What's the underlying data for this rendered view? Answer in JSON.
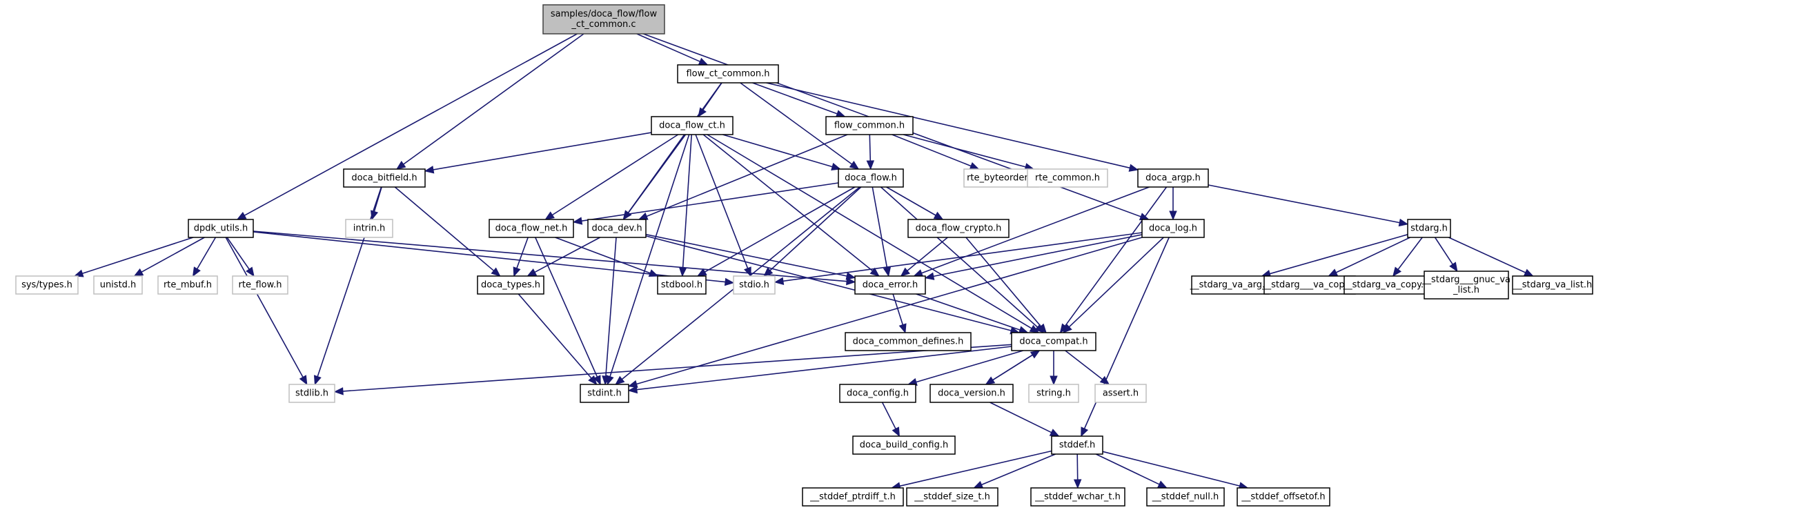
{
  "title": "samples/doca_flow/flow_ct_common.c include dependency graph",
  "colors": {
    "edge": "#191970",
    "root_fill": "#bfbfbf",
    "node_border": "#000000",
    "external_border": "#bfbfbf"
  },
  "nodes": [
    {
      "id": "root",
      "label": "samples/doca_flow/flow\n_ct_common.c",
      "kind": "root"
    },
    {
      "id": "flow_ct_common_h",
      "label": "flow_ct_common.h",
      "kind": "local"
    },
    {
      "id": "doca_flow_ct_h",
      "label": "doca_flow_ct.h",
      "kind": "local"
    },
    {
      "id": "flow_common_h",
      "label": "flow_common.h",
      "kind": "local"
    },
    {
      "id": "doca_bitfield_h",
      "label": "doca_bitfield.h",
      "kind": "local"
    },
    {
      "id": "doca_flow_h",
      "label": "doca_flow.h",
      "kind": "local"
    },
    {
      "id": "rte_byteorder_h",
      "label": "rte_byteorder.h",
      "kind": "external"
    },
    {
      "id": "rte_common_h",
      "label": "rte_common.h",
      "kind": "external"
    },
    {
      "id": "doca_argp_h",
      "label": "doca_argp.h",
      "kind": "local"
    },
    {
      "id": "dpdk_utils_h",
      "label": "dpdk_utils.h",
      "kind": "local"
    },
    {
      "id": "intrin_h",
      "label": "intrin.h",
      "kind": "external"
    },
    {
      "id": "doca_flow_net_h",
      "label": "doca_flow_net.h",
      "kind": "local"
    },
    {
      "id": "doca_dev_h",
      "label": "doca_dev.h",
      "kind": "local"
    },
    {
      "id": "doca_flow_crypto_h",
      "label": "doca_flow_crypto.h",
      "kind": "local"
    },
    {
      "id": "doca_log_h",
      "label": "doca_log.h",
      "kind": "local"
    },
    {
      "id": "stdarg_h",
      "label": "stdarg.h",
      "kind": "local"
    },
    {
      "id": "sys_types_h",
      "label": "sys/types.h",
      "kind": "external"
    },
    {
      "id": "unistd_h",
      "label": "unistd.h",
      "kind": "external"
    },
    {
      "id": "rte_mbuf_h",
      "label": "rte_mbuf.h",
      "kind": "external"
    },
    {
      "id": "rte_flow_h",
      "label": "rte_flow.h",
      "kind": "external"
    },
    {
      "id": "doca_types_h",
      "label": "doca_types.h",
      "kind": "local"
    },
    {
      "id": "stdbool_h",
      "label": "stdbool.h",
      "kind": "local"
    },
    {
      "id": "stdio_h",
      "label": "stdio.h",
      "kind": "external"
    },
    {
      "id": "doca_error_h",
      "label": "doca_error.h",
      "kind": "local"
    },
    {
      "id": "stdarg_va_arg_h",
      "label": "__stdarg_va_arg.h",
      "kind": "local"
    },
    {
      "id": "stdarg___va_copy_h",
      "label": "__stdarg___va_copy.h",
      "kind": "local"
    },
    {
      "id": "stdarg_va_copy_h",
      "label": "__stdarg_va_copy.h",
      "kind": "local"
    },
    {
      "id": "stdarg___gnuc_va_list_h",
      "label": "__stdarg___gnuc_va\n_list.h",
      "kind": "local"
    },
    {
      "id": "stdarg_va_list_h",
      "label": "__stdarg_va_list.h",
      "kind": "local"
    },
    {
      "id": "doca_common_defines_h",
      "label": "doca_common_defines.h",
      "kind": "local"
    },
    {
      "id": "doca_compat_h",
      "label": "doca_compat.h",
      "kind": "local"
    },
    {
      "id": "stdlib_h",
      "label": "stdlib.h",
      "kind": "external"
    },
    {
      "id": "stdint_h",
      "label": "stdint.h",
      "kind": "local"
    },
    {
      "id": "doca_config_h",
      "label": "doca_config.h",
      "kind": "local"
    },
    {
      "id": "doca_version_h",
      "label": "doca_version.h",
      "kind": "local"
    },
    {
      "id": "string_h",
      "label": "string.h",
      "kind": "external"
    },
    {
      "id": "assert_h",
      "label": "assert.h",
      "kind": "external"
    },
    {
      "id": "doca_build_config_h",
      "label": "doca_build_config.h",
      "kind": "local"
    },
    {
      "id": "stddef_h",
      "label": "stddef.h",
      "kind": "local"
    },
    {
      "id": "stddef_ptrdiff_t_h",
      "label": "__stddef_ptrdiff_t.h",
      "kind": "local"
    },
    {
      "id": "stddef_size_t_h",
      "label": "__stddef_size_t.h",
      "kind": "local"
    },
    {
      "id": "stddef_wchar_t_h",
      "label": "__stddef_wchar_t.h",
      "kind": "local"
    },
    {
      "id": "stddef_null_h",
      "label": "__stddef_null.h",
      "kind": "local"
    },
    {
      "id": "stddef_offsetof_h",
      "label": "__stddef_offsetof.h",
      "kind": "local"
    }
  ],
  "edges": [
    [
      "root",
      "flow_ct_common_h"
    ],
    [
      "root",
      "doca_bitfield_h"
    ],
    [
      "root",
      "dpdk_utils_h"
    ],
    [
      "root",
      "doca_log_h"
    ],
    [
      "flow_ct_common_h",
      "doca_flow_ct_h"
    ],
    [
      "flow_ct_common_h",
      "flow_common_h"
    ],
    [
      "flow_ct_common_h",
      "doca_flow_h"
    ],
    [
      "flow_ct_common_h",
      "doca_argp_h"
    ],
    [
      "flow_ct_common_h",
      "doca_dev_h"
    ],
    [
      "doca_flow_ct_h",
      "doca_bitfield_h"
    ],
    [
      "doca_flow_ct_h",
      "doca_flow_h"
    ],
    [
      "doca_flow_ct_h",
      "doca_flow_net_h"
    ],
    [
      "doca_flow_ct_h",
      "doca_dev_h"
    ],
    [
      "doca_flow_ct_h",
      "stdbool_h"
    ],
    [
      "doca_flow_ct_h",
      "stdio_h"
    ],
    [
      "doca_flow_ct_h",
      "doca_error_h"
    ],
    [
      "doca_flow_ct_h",
      "doca_compat_h"
    ],
    [
      "doca_flow_ct_h",
      "stdint_h"
    ],
    [
      "flow_common_h",
      "doca_flow_h"
    ],
    [
      "flow_common_h",
      "rte_byteorder_h"
    ],
    [
      "flow_common_h",
      "rte_common_h"
    ],
    [
      "flow_common_h",
      "doca_dev_h"
    ],
    [
      "doca_bitfield_h",
      "intrin_h"
    ],
    [
      "doca_bitfield_h",
      "doca_types_h"
    ],
    [
      "doca_bitfield_h",
      "stdlib_h"
    ],
    [
      "doca_flow_h",
      "doca_flow_net_h"
    ],
    [
      "doca_flow_h",
      "doca_flow_crypto_h"
    ],
    [
      "doca_flow_h",
      "stdbool_h"
    ],
    [
      "doca_flow_h",
      "stdio_h"
    ],
    [
      "doca_flow_h",
      "doca_error_h"
    ],
    [
      "doca_flow_h",
      "doca_compat_h"
    ],
    [
      "doca_flow_h",
      "stdint_h"
    ],
    [
      "doca_argp_h",
      "doca_log_h"
    ],
    [
      "doca_argp_h",
      "stdarg_h"
    ],
    [
      "doca_argp_h",
      "doca_error_h"
    ],
    [
      "doca_argp_h",
      "doca_compat_h"
    ],
    [
      "dpdk_utils_h",
      "sys_types_h"
    ],
    [
      "dpdk_utils_h",
      "unistd_h"
    ],
    [
      "dpdk_utils_h",
      "rte_mbuf_h"
    ],
    [
      "dpdk_utils_h",
      "rte_flow_h"
    ],
    [
      "dpdk_utils_h",
      "stdlib_h"
    ],
    [
      "dpdk_utils_h",
      "stdio_h"
    ],
    [
      "dpdk_utils_h",
      "doca_error_h"
    ],
    [
      "doca_flow_net_h",
      "doca_types_h"
    ],
    [
      "doca_flow_net_h",
      "stdint_h"
    ],
    [
      "doca_flow_net_h",
      "stdbool_h"
    ],
    [
      "doca_dev_h",
      "doca_types_h"
    ],
    [
      "doca_dev_h",
      "stdint_h"
    ],
    [
      "doca_dev_h",
      "doca_error_h"
    ],
    [
      "doca_dev_h",
      "doca_compat_h"
    ],
    [
      "doca_flow_crypto_h",
      "doca_error_h"
    ],
    [
      "doca_flow_crypto_h",
      "doca_compat_h"
    ],
    [
      "doca_log_h",
      "stdio_h"
    ],
    [
      "doca_log_h",
      "doca_error_h"
    ],
    [
      "doca_log_h",
      "doca_compat_h"
    ],
    [
      "doca_log_h",
      "stdint_h"
    ],
    [
      "doca_log_h",
      "stddef_h"
    ],
    [
      "stdarg_h",
      "stdarg_va_arg_h"
    ],
    [
      "stdarg_h",
      "stdarg___va_copy_h"
    ],
    [
      "stdarg_h",
      "stdarg_va_copy_h"
    ],
    [
      "stdarg_h",
      "stdarg___gnuc_va_list_h"
    ],
    [
      "stdarg_h",
      "stdarg_va_list_h"
    ],
    [
      "doca_types_h",
      "stdint_h"
    ],
    [
      "doca_error_h",
      "doca_common_defines_h"
    ],
    [
      "doca_error_h",
      "doca_compat_h"
    ],
    [
      "doca_compat_h",
      "stdlib_h"
    ],
    [
      "doca_compat_h",
      "stdint_h"
    ],
    [
      "doca_compat_h",
      "doca_config_h"
    ],
    [
      "doca_compat_h",
      "doca_version_h"
    ],
    [
      "doca_compat_h",
      "string_h"
    ],
    [
      "doca_compat_h",
      "assert_h"
    ],
    [
      "doca_version_h",
      "doca_compat_h"
    ],
    [
      "doca_version_h",
      "stddef_h"
    ],
    [
      "doca_config_h",
      "doca_build_config_h"
    ],
    [
      "stddef_h",
      "stddef_ptrdiff_t_h"
    ],
    [
      "stddef_h",
      "stddef_size_t_h"
    ],
    [
      "stddef_h",
      "stddef_wchar_t_h"
    ],
    [
      "stddef_h",
      "stddef_null_h"
    ],
    [
      "stddef_h",
      "stddef_offsetof_h"
    ]
  ]
}
